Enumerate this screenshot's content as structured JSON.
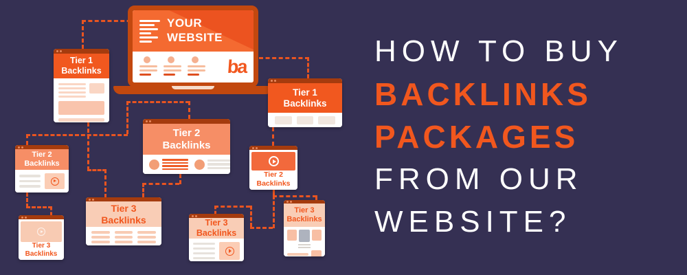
{
  "colors": {
    "background": "#353053",
    "accent_orange": "#F1571E",
    "dark_orange_bar": "#A53B0E",
    "laptop_frame": "#C2480F",
    "salmon_header": "#F68E66",
    "peach_header": "#F9CDB6",
    "connector": "#E95420",
    "white": "#FFFFFF"
  },
  "headline": {
    "line1": "HOW TO BUY",
    "line2": "BACKLINKS",
    "line3": "PACKAGES",
    "line4": "FROM OUR",
    "line5": "WEBSITE?"
  },
  "laptop": {
    "title_line1": "YOUR",
    "title_line2": "WEBSITE",
    "logo_text": "ba"
  },
  "cards": {
    "tier1_left": {
      "title_line1": "Tier 1",
      "title_line2": "Backlinks"
    },
    "tier1_right": {
      "title_line1": "Tier 1",
      "title_line2": "Backlinks"
    },
    "tier2_center": {
      "title_line1": "Tier 2",
      "title_line2": "Backlinks"
    },
    "tier2_left": {
      "title_line1": "Tier 2",
      "title_line2": "Backlinks"
    },
    "tier2_right": {
      "title_line1": "Tier 2",
      "title_line2": "Backlinks"
    },
    "tier3_center": {
      "title_line1": "Tier 3",
      "title_line2": "Backlinks"
    },
    "tier3_bottom_left": {
      "title_line1": "Tier 3",
      "title_line2": "Backlinks"
    },
    "tier3_bottom_center": {
      "title_line1": "Tier 3",
      "title_line2": "Backlinks"
    },
    "tier3_right": {
      "title_line1": "Tier 3",
      "title_line2": "Backlinks"
    }
  }
}
